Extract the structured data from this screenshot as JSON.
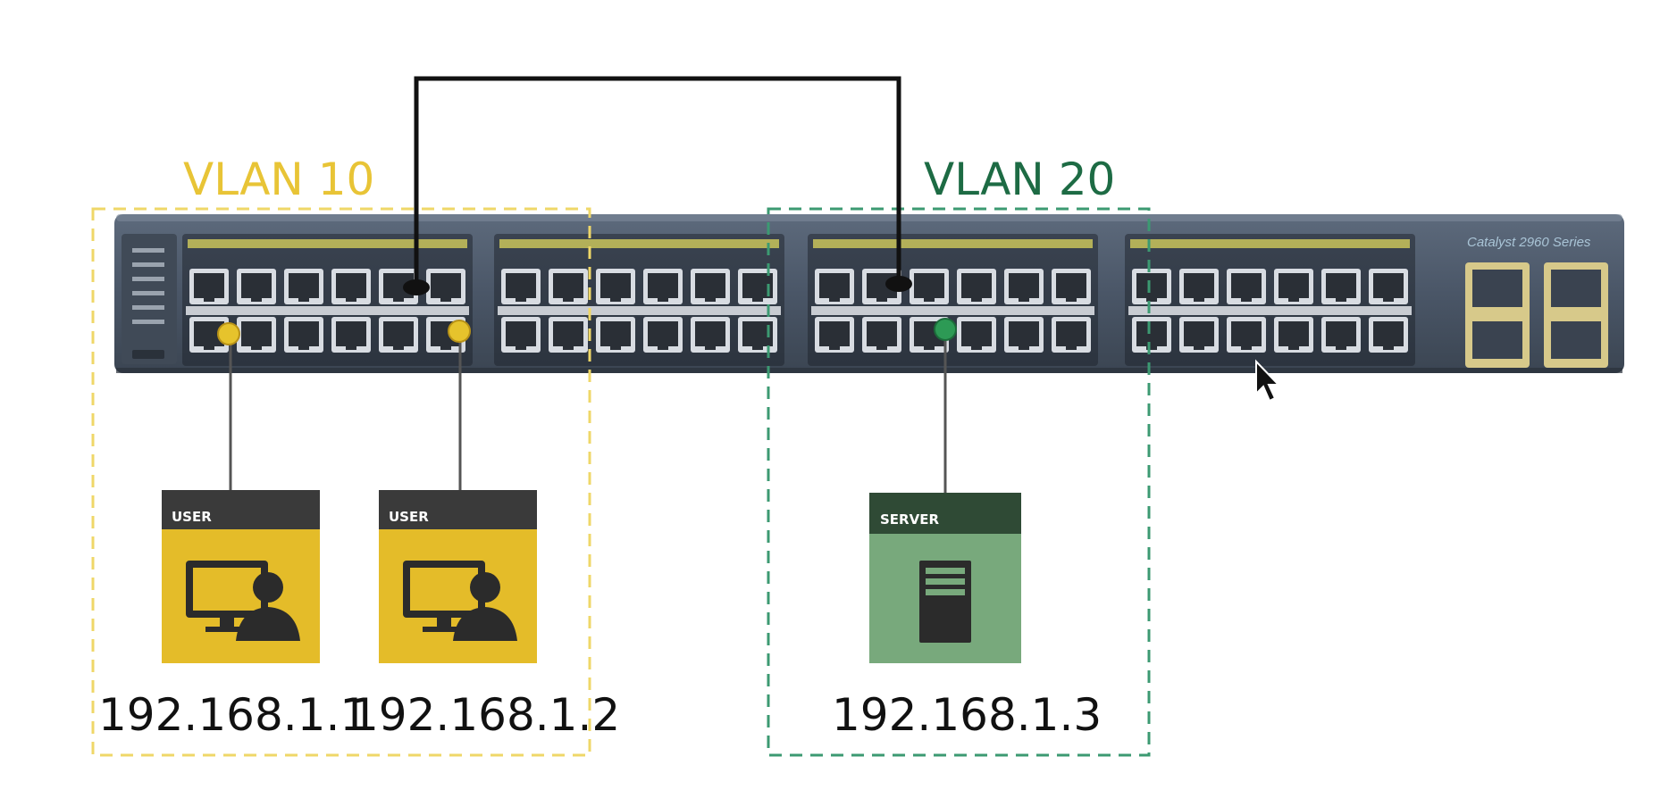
{
  "vlans": [
    {
      "label": "VLAN 10",
      "color": "#e8c436"
    },
    {
      "label": "VLAN 20",
      "color": "#1d6b44"
    }
  ],
  "devices": [
    {
      "type": "USER",
      "ip": "192.168.1.1",
      "vlan": "VLAN 10",
      "icon": "monitor-user-icon",
      "color": "#e4bc29"
    },
    {
      "type": "USER",
      "ip": "192.168.1.2",
      "vlan": "VLAN 10",
      "icon": "monitor-user-icon",
      "color": "#e4bc29"
    },
    {
      "type": "SERVER",
      "ip": "192.168.1.3",
      "vlan": "VLAN 20",
      "icon": "server-icon",
      "color": "#78a97c"
    }
  ],
  "switch": {
    "model": "Catalyst 2960 Series",
    "ports_per_block": 12,
    "port_blocks": 4,
    "uplink_ports": 2
  },
  "link_color": "#111111"
}
